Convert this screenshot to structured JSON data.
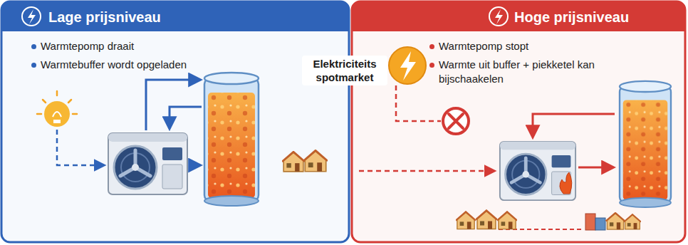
{
  "diagram": {
    "nodes": [
      {
        "text": [
          "Lage prijsniveau",
          "Warmtepomp draait",
          "Warmtebuffer wordt opgeladen"
        ]
      },
      {
        "text": [
          "Hoge prijsniveau",
          "Warmtepomp stopt",
          "Warmte uit buffer + piekketel kan bijschaakelen"
        ]
      }
    ],
    "labels": [
      "Elektriciteits spotmarket"
    ]
  }
}
